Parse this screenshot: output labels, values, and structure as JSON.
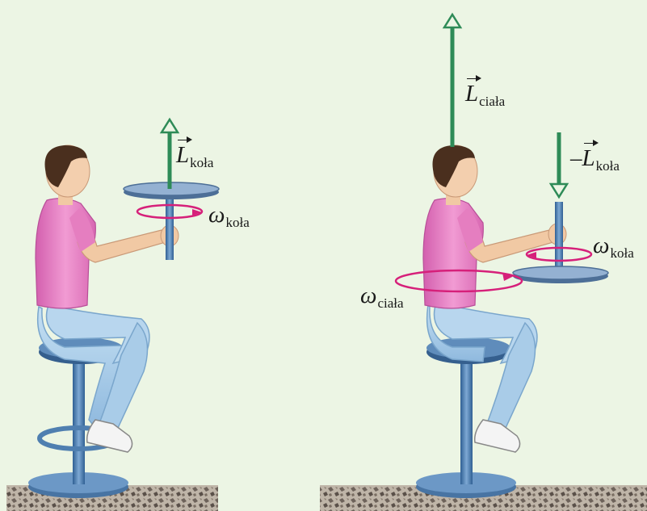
{
  "left_panel": {
    "L_label": {
      "symbol": "L",
      "sub": "koła"
    },
    "omega_label": {
      "symbol": "ω",
      "sub": "koła"
    }
  },
  "right_panel": {
    "L_body_label": {
      "symbol": "L",
      "sub": "ciała"
    },
    "L_wheel_label": {
      "prefix": "–",
      "symbol": "L",
      "sub": "koła"
    },
    "omega_wheel_label": {
      "symbol": "ω",
      "sub": "koła"
    },
    "omega_body_label": {
      "symbol": "ω",
      "sub": "ciała"
    }
  },
  "colors": {
    "background": "#ecf5e4",
    "vector_arrow": "#2e8b57",
    "rotation_arrow": "#d6207a",
    "shirt": "#e87bc2",
    "pants": "#a8cdea",
    "stool": "#4f7fb0",
    "wheel": "#6a8cb4",
    "floor": "#8d7f73"
  }
}
